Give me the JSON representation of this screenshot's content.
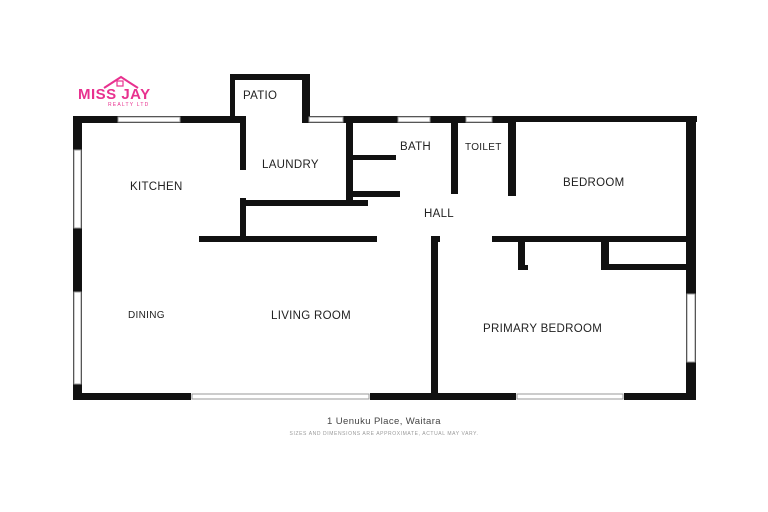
{
  "logo": {
    "brand": "MISS JAY",
    "sub": "REALTY LTD",
    "color": "#e8318f"
  },
  "rooms": {
    "patio": "PATIO",
    "laundry": "LAUNDRY",
    "bath": "BATH",
    "toilet": "TOILET",
    "kitchen": "KITCHEN",
    "bedroom": "BEDROOM",
    "hall": "HALL",
    "dining": "DINING",
    "living_room": "LIVING ROOM",
    "primary_bedroom": "PRIMARY BEDROOM"
  },
  "footer": {
    "address": "1 Uenuku Place, Waitara",
    "disclaimer": "SIZES AND DIMENSIONS ARE APPROXIMATE, ACTUAL MAY VARY."
  },
  "colors": {
    "wall": "#111111",
    "label": "#222222",
    "window_outline": "#9a9a9a"
  }
}
